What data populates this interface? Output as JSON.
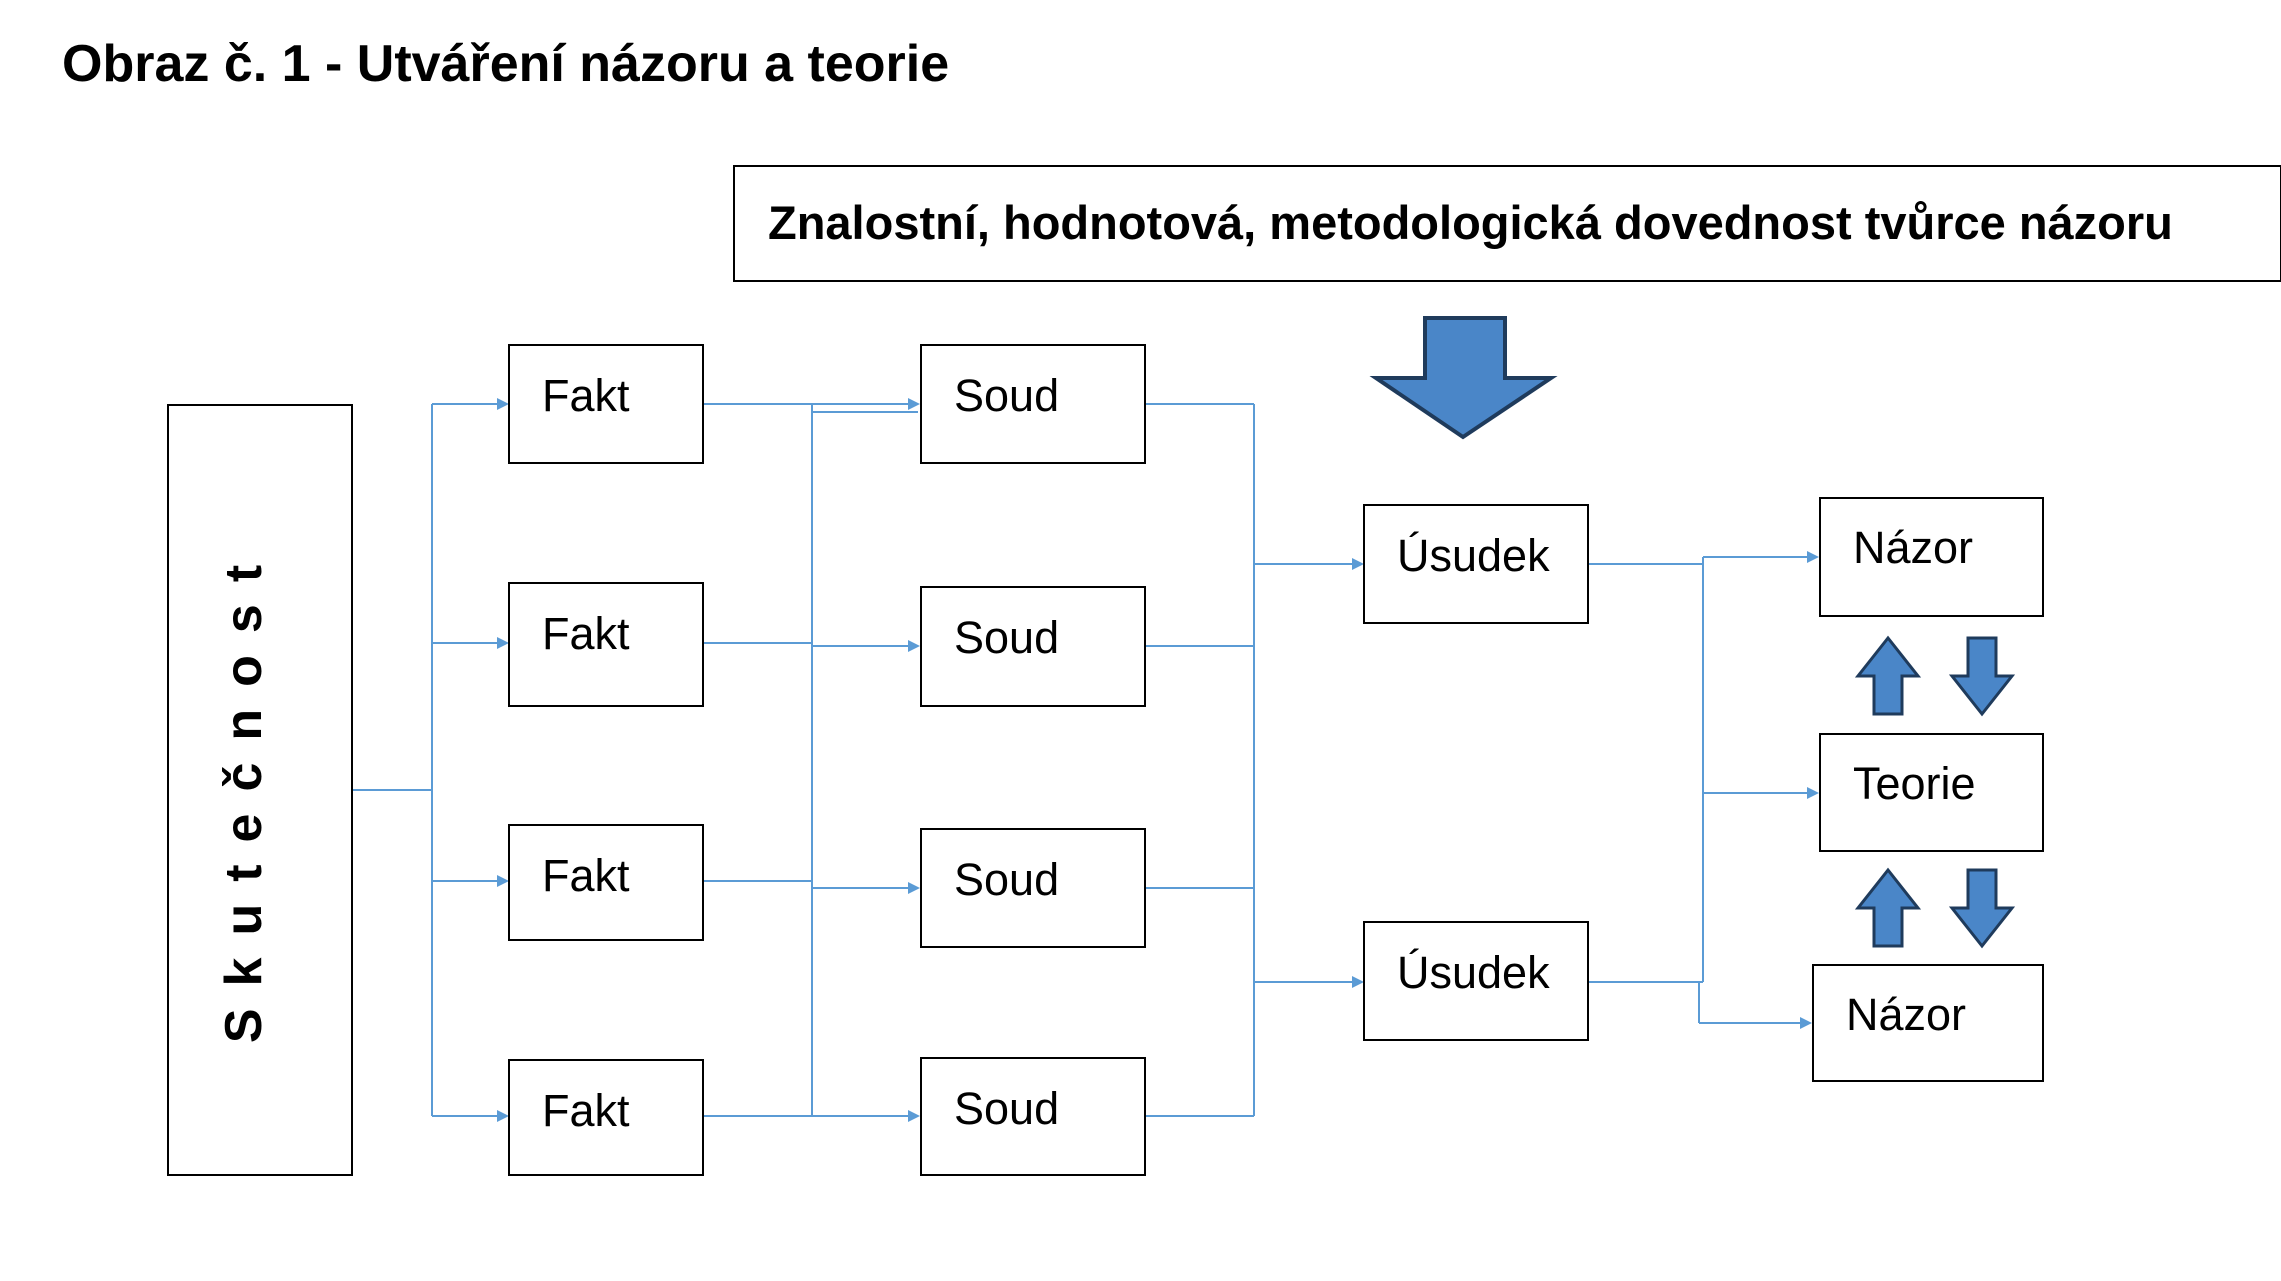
{
  "title": "Obraz č. 1 - Utváření názoru a teorie",
  "banner": "Znalostní, hodnotová, metodologická dovednost tvůrce názoru",
  "reality": "Skutečnost",
  "facts": [
    "Fakt",
    "Fakt",
    "Fakt",
    "Fakt"
  ],
  "judgments": [
    "Soud",
    "Soud",
    "Soud",
    "Soud"
  ],
  "inferences": [
    "Úsudek",
    "Úsudek"
  ],
  "outcomes": {
    "opinion_top": "Názor",
    "theory": "Teorie",
    "opinion_bottom": "Názor"
  },
  "colors": {
    "connector": "#5b9bd5",
    "block_arrow_fill": "#4a86c8",
    "block_arrow_stroke": "#1f3b5c",
    "box_border": "#000000"
  }
}
